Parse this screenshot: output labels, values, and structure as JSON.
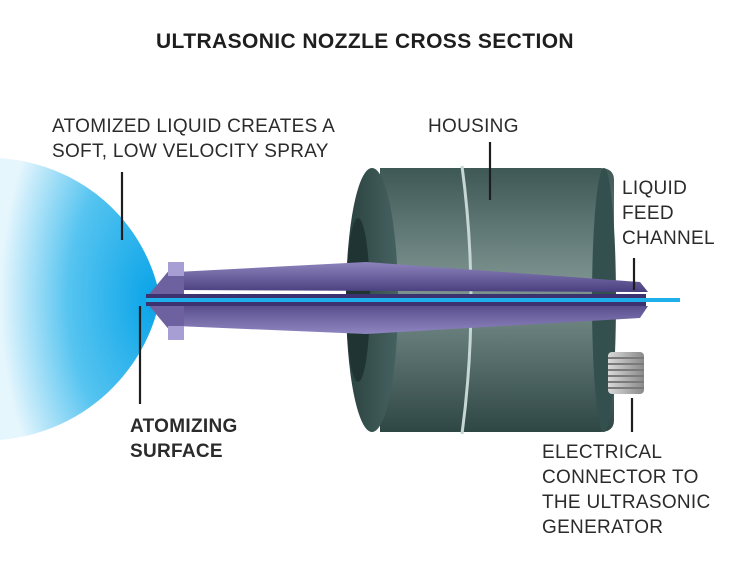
{
  "title": "ULTRASONIC NOZZLE CROSS SECTION",
  "labels": {
    "spray": [
      "ATOMIZED LIQUID CREATES A",
      "SOFT, LOW VELOCITY SPRAY"
    ],
    "housing": [
      "HOUSING"
    ],
    "feed": [
      "LIQUID",
      "FEED",
      "CHANNEL"
    ],
    "surface": [
      "ATOMIZING",
      "SURFACE"
    ],
    "connector": [
      "ELECTRICAL",
      "CONNECTOR TO",
      "THE ULTRASONIC",
      "GENERATOR"
    ]
  },
  "colors": {
    "spray": "#1aa9e6",
    "housing": "#3f5a58",
    "horn": "#6b5fa0",
    "channel": "#1aa9e6",
    "connector": "#b8b8b8"
  },
  "icons": {
    "spray": "spray-cone-shape",
    "housing": "cylinder-shape",
    "connector": "threaded-connector-shape"
  }
}
